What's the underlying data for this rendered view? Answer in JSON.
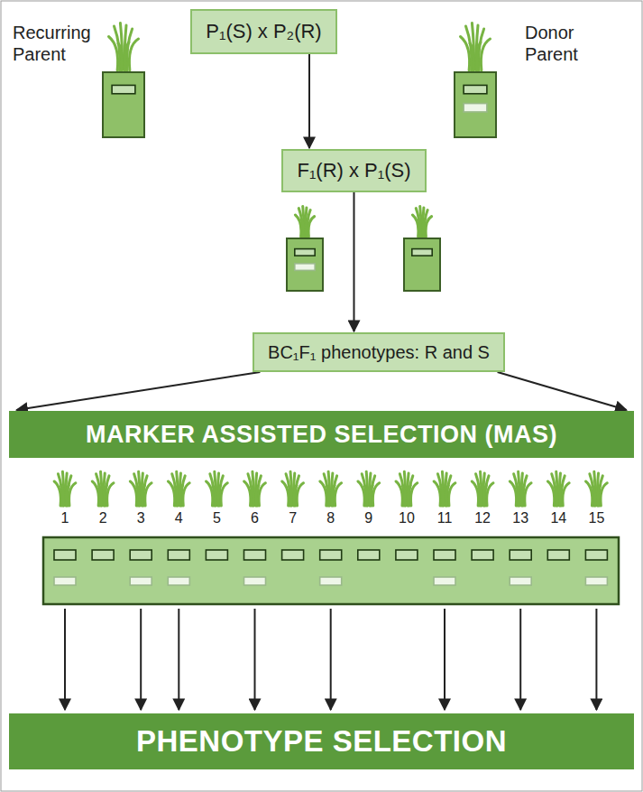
{
  "diagram": {
    "nodes": [
      {
        "text": [
          "P₁(S) x P₂(R)"
        ]
      },
      {
        "text": [
          "F₁(R) x P₁(S)"
        ]
      },
      {
        "text": [
          "BC₁F₁ phenotypes: R and S"
        ]
      },
      {
        "text": [
          "MARKER ASSISTED SELECTION (MAS)"
        ]
      },
      {
        "text": [
          "PHENOTYPE SELECTION"
        ]
      }
    ],
    "edges": [
      {
        "from": 0,
        "to": 1,
        "arrow": "to"
      },
      {
        "from": 1,
        "to": 2,
        "arrow": "to"
      },
      {
        "from": 2,
        "to": 3,
        "arrow": "to"
      },
      {
        "from": 2,
        "to": 3,
        "arrow": "to"
      }
    ],
    "labels": [
      "Recurring Parent",
      "Donor Parent",
      "1",
      "2",
      "3",
      "4",
      "5",
      "6",
      "7",
      "8",
      "9",
      "10",
      "11",
      "12",
      "13",
      "14",
      "15"
    ]
  }
}
